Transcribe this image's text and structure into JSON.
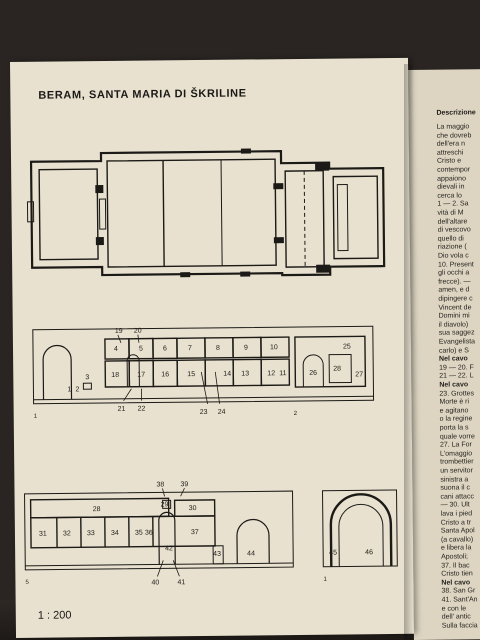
{
  "page": {
    "title": "BERAM, SANTA MARIA DI ŠKRILINE",
    "scale": "1 : 200"
  },
  "section_markers": [
    "1",
    "2",
    "5",
    "1"
  ],
  "wall_numbers": {
    "elevation_1": {
      "labels_top": [
        "19",
        "20"
      ],
      "panels": [
        "4",
        "5",
        "6",
        "7",
        "8",
        "9",
        "10",
        "18",
        "17",
        "16",
        "15",
        "14",
        "13",
        "12",
        "11",
        "25",
        "26",
        "28",
        "27",
        "1",
        "2",
        "3"
      ],
      "labels_bottom": [
        "21",
        "22",
        "23",
        "24"
      ]
    },
    "elevation_2": {
      "labels_top": [
        "38",
        "29",
        "39"
      ],
      "panels": [
        "28",
        "30",
        "31",
        "32",
        "33",
        "34",
        "35",
        "36",
        "37",
        "42",
        "43",
        "44"
      ],
      "labels_bottom": [
        "40",
        "41"
      ]
    },
    "elevation_3": {
      "panels": [
        "45",
        "46"
      ]
    }
  },
  "right_page": {
    "heading": "Descrizione",
    "lines": [
      "La maggio",
      "che dovreb",
      "dell'era n",
      "attreschi",
      "Cristo e",
      "contempor",
      "appaiono",
      "dievali in",
      "cerca lo",
      "1 — 2. Sa",
      "vità di M",
      "dell'altare",
      "di vescovo",
      "quello di",
      "riazione (",
      "Dio vola c",
      "10. Present",
      "gli occhi a",
      "frecce). —",
      "amen, e d",
      "dipingere c",
      "Vincent de",
      "Domini mi",
      "il diavolo)",
      "sua saggez",
      "Evangelista",
      "carlo) e S",
      "Nel cavo",
      "19 — 20. F",
      "21 — 22. L",
      "Nel cavo",
      "23. Grottes",
      "Morte è ri",
      "e agitano",
      "o la regine",
      "porta la s",
      "quale vorre",
      "27. La For",
      "L'omaggio",
      "trombettier",
      "un servitor",
      "sinistra a",
      "suona il c",
      "cani attacc",
      "— 30. Ult",
      "lava i pied",
      "Cristo a tr",
      "Santa Apol",
      "(a cavallo)",
      "e libera la",
      "Apostoli;",
      "37. Il bac",
      "Cristo tien",
      "Nel cavo",
      "38. San Gr",
      "41. Sant'An",
      "e con le",
      "dell' antic",
      "Sulla faccia"
    ]
  }
}
